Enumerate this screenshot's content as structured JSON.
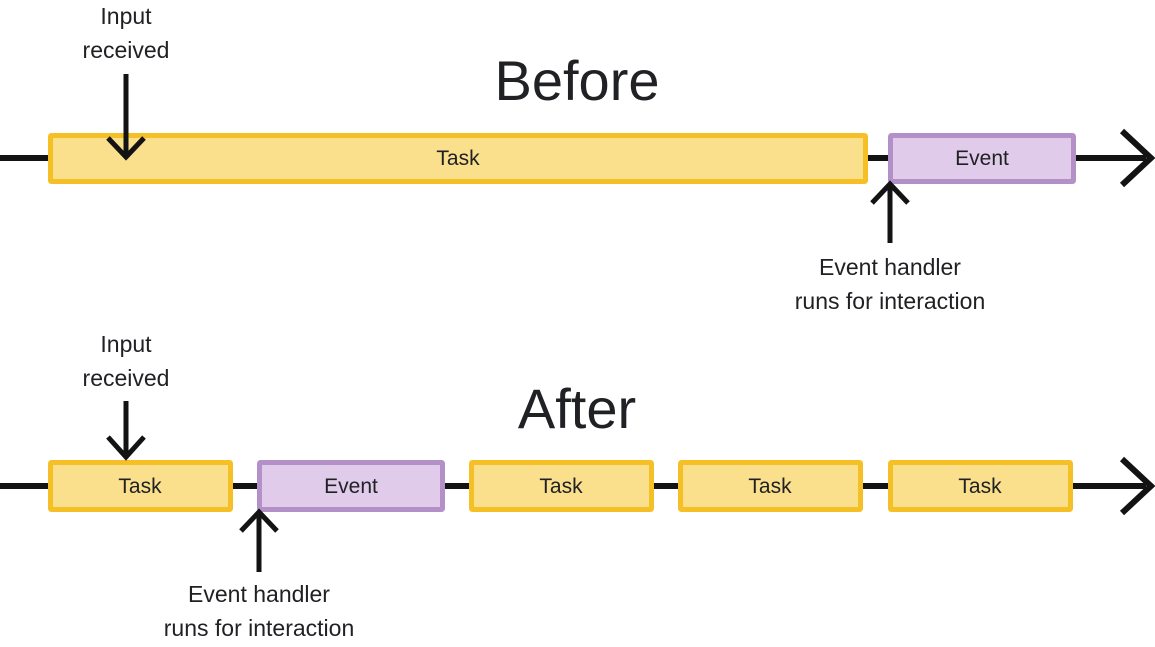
{
  "diagram": {
    "title_before": "Before",
    "title_after": "After",
    "labels": {
      "task": "Task",
      "event": "Event"
    },
    "annotations": {
      "input_line1": "Input",
      "input_line2": "received",
      "handler_line1": "Event handler",
      "handler_line2": "runs for interaction"
    },
    "colors": {
      "task_fill": "#FADF8C",
      "task_border": "#F5C026",
      "event_fill": "#E0CCEA",
      "event_border": "#B391C8",
      "ink": "#131314",
      "text": "#202124",
      "background": "#FFFFFF"
    },
    "sections": [
      {
        "name": "before",
        "title": "Before",
        "blocks": [
          {
            "type": "task",
            "label": "Task"
          },
          {
            "type": "event",
            "label": "Event"
          }
        ]
      },
      {
        "name": "after",
        "title": "After",
        "blocks": [
          {
            "type": "task",
            "label": "Task"
          },
          {
            "type": "event",
            "label": "Event"
          },
          {
            "type": "task",
            "label": "Task"
          },
          {
            "type": "task",
            "label": "Task"
          },
          {
            "type": "task",
            "label": "Task"
          }
        ]
      }
    ]
  }
}
